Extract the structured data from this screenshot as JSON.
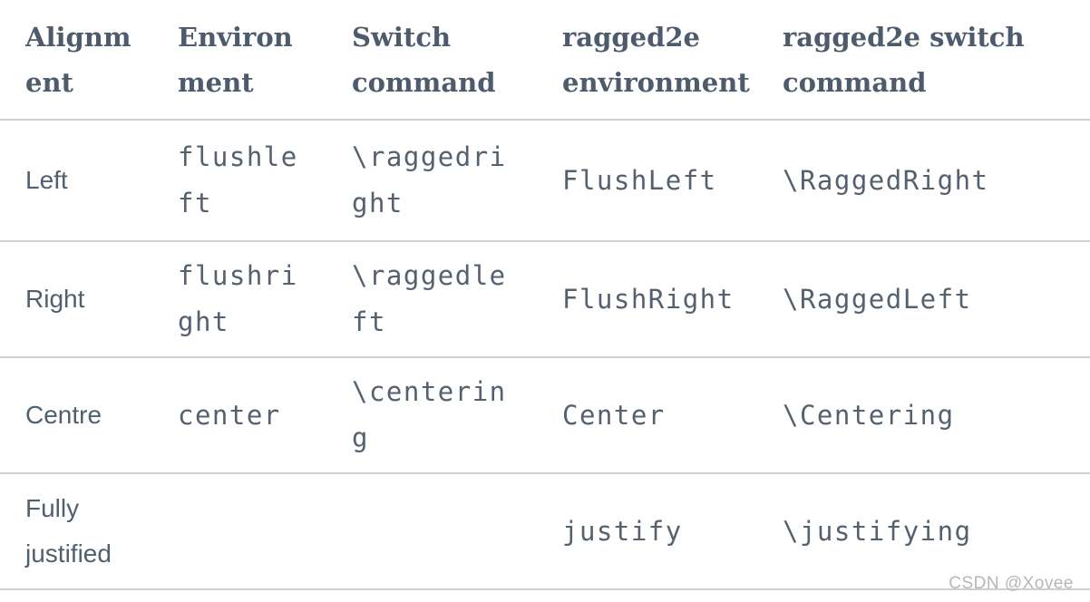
{
  "colors": {
    "background": "#ffffff",
    "header_text": "#4e5b6c",
    "body_text": "#51606f",
    "code_text": "#56616f",
    "row_border": "#cfcfcf",
    "watermark": "#b4b7bb"
  },
  "watermark": {
    "text": "CSDN @Xovee"
  },
  "table": {
    "columns": [
      {
        "key": "alignment",
        "label": "Alignment",
        "lines": [
          "Alignm",
          "ent"
        ]
      },
      {
        "key": "environment",
        "label": "Environment",
        "lines": [
          "Environ",
          "ment"
        ]
      },
      {
        "key": "switch_command",
        "label": "Switch command",
        "lines": [
          "Switch",
          "command"
        ]
      },
      {
        "key": "ragged2e_environment",
        "label": "ragged2e environment",
        "lines": [
          "ragged2e",
          "environment"
        ]
      },
      {
        "key": "ragged2e_switch_command",
        "label": "ragged2e switch command",
        "lines": [
          "ragged2e switch",
          "command"
        ]
      }
    ],
    "rows": [
      {
        "alignment": {
          "value": "Left",
          "lines": [
            "Left"
          ]
        },
        "environment": {
          "value": "flushleft",
          "lines": [
            "flushle",
            "ft"
          ]
        },
        "switch_command": {
          "value": "\\raggedright",
          "lines": [
            "\\raggedri",
            "ght"
          ]
        },
        "ragged2e_environment": {
          "value": "FlushLeft",
          "lines": [
            "FlushLeft"
          ]
        },
        "ragged2e_switch_command": {
          "value": "\\RaggedRight",
          "lines": [
            "\\RaggedRight"
          ]
        }
      },
      {
        "alignment": {
          "value": "Right",
          "lines": [
            "Right"
          ]
        },
        "environment": {
          "value": "flushright",
          "lines": [
            "flushri",
            "ght"
          ]
        },
        "switch_command": {
          "value": "\\raggedleft",
          "lines": [
            "\\raggedle",
            "ft"
          ]
        },
        "ragged2e_environment": {
          "value": "FlushRight",
          "lines": [
            "FlushRight"
          ]
        },
        "ragged2e_switch_command": {
          "value": "\\RaggedLeft",
          "lines": [
            "\\RaggedLeft"
          ]
        }
      },
      {
        "alignment": {
          "value": "Centre",
          "lines": [
            "Centre"
          ]
        },
        "environment": {
          "value": "center",
          "lines": [
            "center"
          ]
        },
        "switch_command": {
          "value": "\\centering",
          "lines": [
            "\\centerin",
            "g"
          ]
        },
        "ragged2e_environment": {
          "value": "Center",
          "lines": [
            "Center"
          ]
        },
        "ragged2e_switch_command": {
          "value": "\\Centering",
          "lines": [
            "\\Centering"
          ]
        }
      },
      {
        "alignment": {
          "value": "Fully justified",
          "lines": [
            "Fully",
            "justified"
          ]
        },
        "environment": {
          "value": "",
          "lines": []
        },
        "switch_command": {
          "value": "",
          "lines": []
        },
        "ragged2e_environment": {
          "value": "justify",
          "lines": [
            "justify"
          ]
        },
        "ragged2e_switch_command": {
          "value": "\\justifying",
          "lines": [
            "\\justifying"
          ]
        }
      }
    ]
  }
}
